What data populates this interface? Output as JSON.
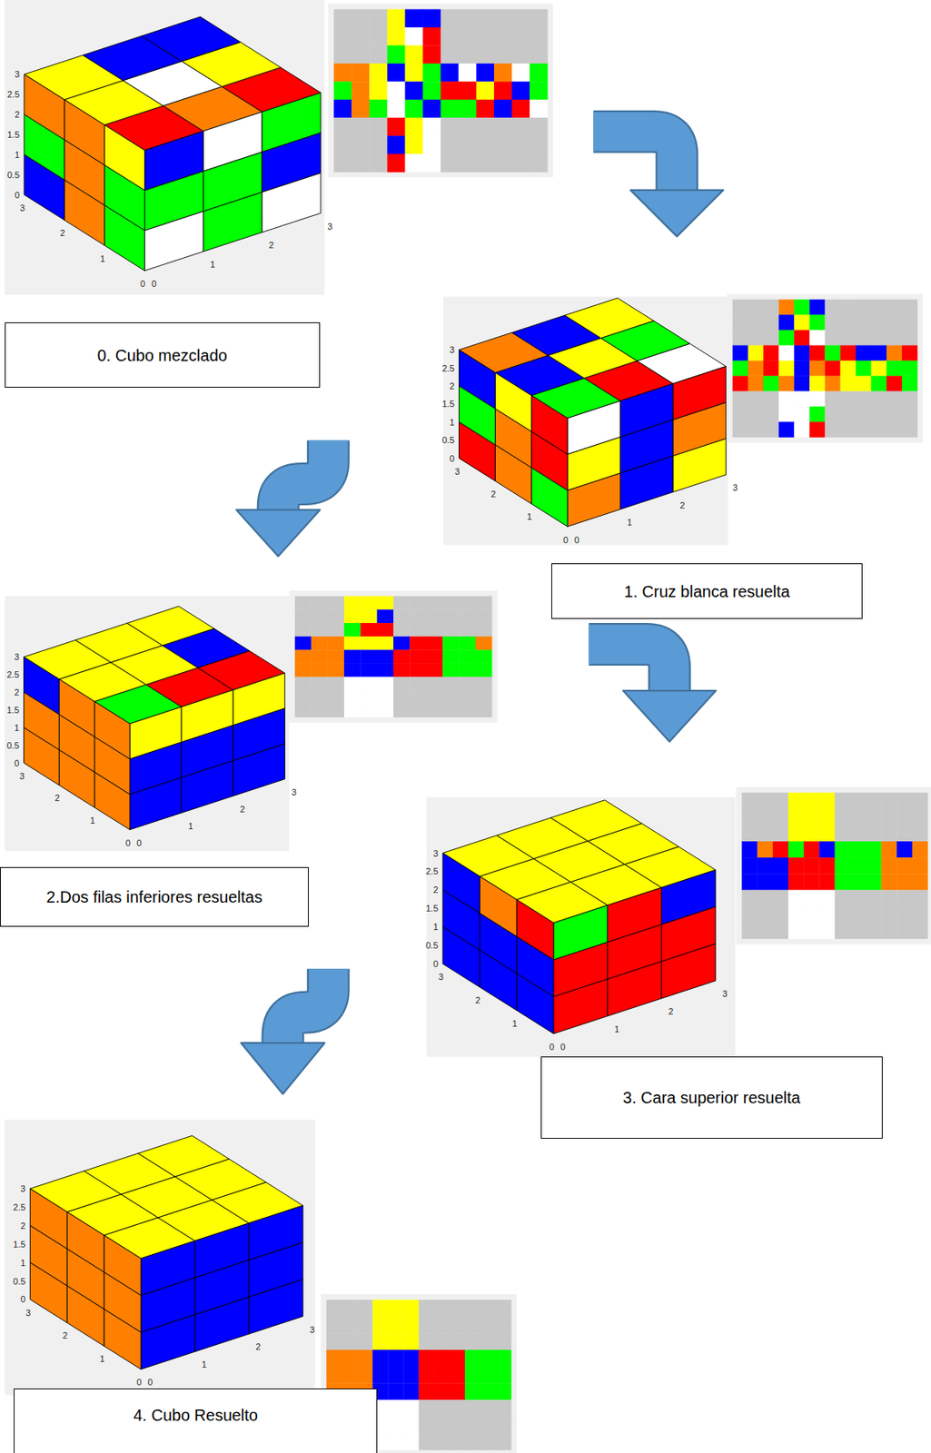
{
  "diagram": {
    "nodes": [
      {
        "text": [
          "0. Cubo mezclado"
        ]
      },
      {
        "text": [
          "1. Cruz blanca resuelta"
        ]
      },
      {
        "text": [
          "2.Dos filas inferiores resueltas"
        ]
      },
      {
        "text": [
          "3. Cara superior resuelta"
        ]
      },
      {
        "text": [
          "4. Cubo Resuelto"
        ]
      }
    ],
    "labels": [
      "3",
      "2.5",
      "2",
      "1.5",
      "1",
      "0.5",
      "0",
      "3",
      "2",
      "1",
      "0",
      "0",
      "1",
      "2",
      "3",
      "3",
      "2.5",
      "2",
      "1.5",
      "1",
      "0.5",
      "0",
      "3",
      "2",
      "1",
      "0",
      "0",
      "1",
      "2",
      "3",
      "3",
      "2.5",
      "2",
      "1.5",
      "1",
      "0.5",
      "0",
      "3",
      "2",
      "1",
      "0",
      "0",
      "1",
      "2",
      "3",
      "3",
      "2.5",
      "2",
      "1.5",
      "1",
      "0.5",
      "0",
      "3",
      "2",
      "1",
      "0",
      "0",
      "1",
      "2",
      "3",
      "3",
      "2.5",
      "2",
      "1.5",
      "1",
      "0.5",
      "0",
      "3",
      "2",
      "1",
      "0",
      "0",
      "1",
      "2",
      "3"
    ]
  }
}
